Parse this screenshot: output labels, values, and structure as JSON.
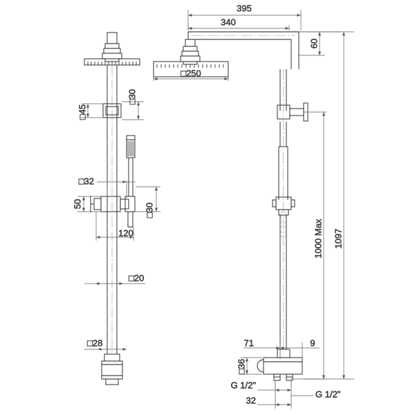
{
  "drawing": {
    "title": "Shower column technical drawing",
    "type": "engineering-dimension-drawing",
    "units": "mm",
    "background_color": "#ffffff",
    "line_color": "#1a1a1a",
    "dim_line_color": "#555555",
    "views": [
      {
        "name": "front-view",
        "label": ""
      },
      {
        "name": "side-view",
        "label": ""
      }
    ]
  },
  "dimensions": {
    "front": {
      "shower_head_stem_square": "□30",
      "wall_bracket_square": "□45",
      "riser_bracket_square": "□32",
      "mixer_body_height": "50",
      "handshower_holder_square": "□30",
      "mixer_to_handshower": "120",
      "riser_tube_square": "□20",
      "inlet_square": "□28"
    },
    "side": {
      "arm_total_length": "395",
      "arm_length": "340",
      "arm_drop": "60",
      "head_square": "□250",
      "riser_max_height": "1000 Max",
      "overall_height": "1097",
      "valve_projection": "71",
      "riser_offset": "9",
      "valve_body_square": "□36",
      "inlet_thread_left": "G 1/2\"",
      "inlet_thread_right": "G 1/2\"",
      "inlet_spacing": "32"
    }
  },
  "labels": {
    "d395": "395",
    "d340": "340",
    "d60": "60",
    "d250": "□250",
    "d30_top": "□30",
    "d45": "□45",
    "d32": "□32",
    "d50": "50",
    "d30_hs": "□30",
    "d120": "120",
    "d20": "□20",
    "d28": "□28",
    "d1000max": "1000 Max",
    "d1097": "1097",
    "d71": "71",
    "d9": "9",
    "d36": "□36",
    "g12_left": "G 1/2\"",
    "g12_right": "G 1/2\"",
    "d32_bottom": "32"
  },
  "colors": {
    "outline": "#1a1a1a",
    "dimension": "#5a5a5a",
    "hatch": "#2b2b2b",
    "background": "#ffffff"
  }
}
